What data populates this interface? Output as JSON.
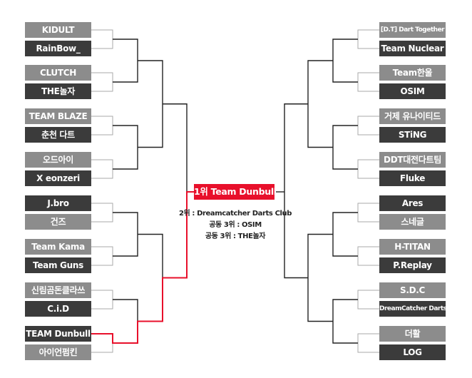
{
  "left_teams": [
    {
      "name": "KIDULT",
      "tone": "light"
    },
    {
      "name": "RainBow_",
      "tone": "dark"
    },
    {
      "name": "CLUTCH",
      "tone": "light"
    },
    {
      "name": "THE놀자",
      "tone": "dark"
    },
    {
      "name": "TEAM BLAZE",
      "tone": "light"
    },
    {
      "name": "춘천 다트",
      "tone": "dark"
    },
    {
      "name": "오드아이",
      "tone": "light"
    },
    {
      "name": "X eonzeri",
      "tone": "dark"
    },
    {
      "name": "J.bro",
      "tone": "dark"
    },
    {
      "name": "건즈",
      "tone": "light"
    },
    {
      "name": "Team Kama",
      "tone": "light"
    },
    {
      "name": "Team Guns",
      "tone": "dark"
    },
    {
      "name": "신림곰돈클라쓰",
      "tone": "light"
    },
    {
      "name": "C.i.D",
      "tone": "dark"
    },
    {
      "name": "TEAM Dunbull",
      "tone": "dark"
    },
    {
      "name": "아이언펌킨",
      "tone": "light"
    }
  ],
  "right_teams": [
    {
      "name": "[D.T] Dart Together",
      "tone": "light",
      "size": "small"
    },
    {
      "name": "Team Nuclear",
      "tone": "dark"
    },
    {
      "name": "Team한울",
      "tone": "light"
    },
    {
      "name": "OSIM",
      "tone": "dark"
    },
    {
      "name": "거제 유나이티드",
      "tone": "light"
    },
    {
      "name": "STiNG",
      "tone": "dark"
    },
    {
      "name": "DDT대전다트팀",
      "tone": "light"
    },
    {
      "name": "Fluke",
      "tone": "dark"
    },
    {
      "name": "Ares",
      "tone": "dark"
    },
    {
      "name": "스네글",
      "tone": "light"
    },
    {
      "name": "H-TITAN",
      "tone": "light"
    },
    {
      "name": "P.Replay",
      "tone": "dark"
    },
    {
      "name": "S.D.C",
      "tone": "light"
    },
    {
      "name": "DreamCatcher Darts Club",
      "tone": "dark",
      "size": "small"
    },
    {
      "name": "더활",
      "tone": "light"
    },
    {
      "name": "LOG",
      "tone": "dark"
    }
  ],
  "champion": "1위 Team Dunbull",
  "results": [
    "2위 : Dreamcatcher Darts Club",
    "공동 3위 : OSIM",
    "공동 3위 : THE놀자"
  ],
  "colors": {
    "win_line": "#e8102b",
    "line": "#222222",
    "r1_line": "#aaaaaa"
  }
}
